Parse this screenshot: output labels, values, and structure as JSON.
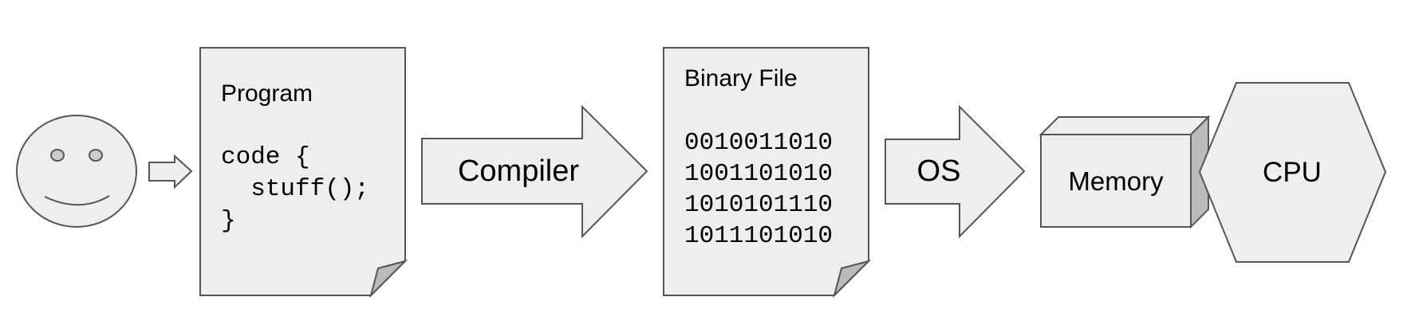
{
  "colors": {
    "shape_fill": "#eeeeee",
    "shape_stroke": "#555555",
    "fold_fill": "#bbbbbb",
    "eye_fill": "#cccccc",
    "text": "#000000"
  },
  "nodes": {
    "user": {
      "icon": "smiley-face-icon"
    },
    "program": {
      "title": "Program",
      "code_lines": [
        "code {",
        "  stuff();",
        "}"
      ]
    },
    "compiler": {
      "label": "Compiler"
    },
    "binary_file": {
      "title": "Binary File",
      "lines": [
        "0010011010",
        "1001101010",
        "1010101110",
        "1011101010"
      ]
    },
    "os": {
      "label": "OS"
    },
    "memory": {
      "label": "Memory"
    },
    "cpu": {
      "label": "CPU"
    }
  }
}
